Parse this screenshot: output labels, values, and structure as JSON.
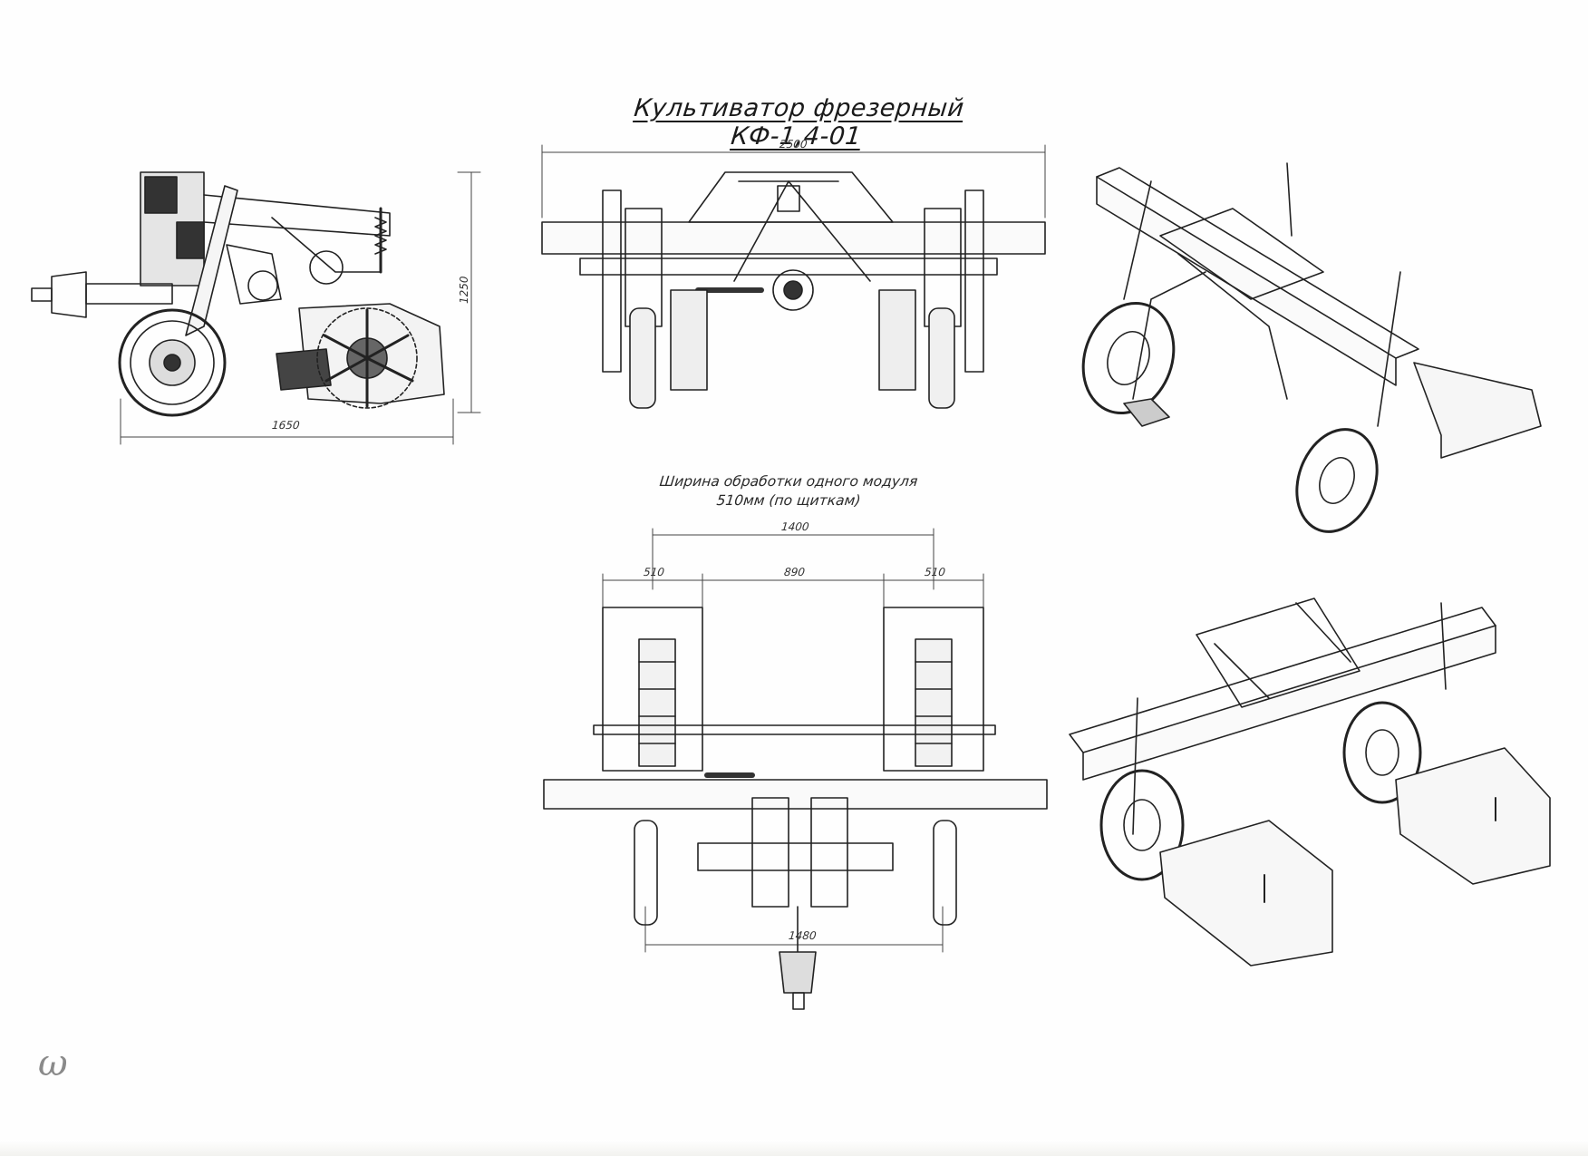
{
  "title": "Культиватор фрезерный КФ-1,4-01",
  "note_lines": [
    "Ширина обработки одного модуля",
    "510мм (по щиткам)"
  ],
  "dimensions": {
    "side_height": "1250",
    "side_length": "1650",
    "front_width": "2500",
    "top_span": "1400",
    "module_left": "510",
    "module_gap": "890",
    "module_right": "510",
    "wheel_track": "1480"
  },
  "handwritten_mark": "ω"
}
